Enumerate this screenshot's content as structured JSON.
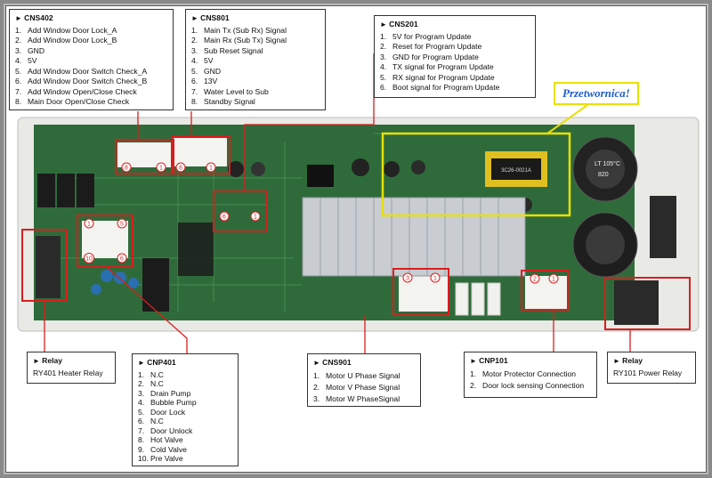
{
  "boxes": {
    "cns402": {
      "title": "CNS402",
      "items": [
        "Add Window Door Lock_A",
        "Add Window Door Lock_B",
        "GND",
        "5V",
        "Add Window Door Switch Check_A",
        "Add Window Door Switch Check_B",
        "Add Window Open/Close Check",
        "Main Door Open/Close Check"
      ]
    },
    "cns801": {
      "title": "CNS801",
      "items": [
        "Main Tx (Sub Rx) Signal",
        "Main Rx (Sub Tx) Signal",
        "Sub Reset Signal",
        "5V",
        "GND",
        "13V",
        "Water Level to Sub",
        "Standby Signal"
      ]
    },
    "cns201": {
      "title": "CNS201",
      "items": [
        "5V for Program Update",
        "Reset for Program Update",
        "GND for Program Update",
        "TX signal for Program Update",
        "RX signal for Program Update",
        "Boot signal for Program Update"
      ]
    },
    "relay1": {
      "title": "Relay",
      "items": [
        "RY401 Heater Relay"
      ]
    },
    "cnp401": {
      "title": "CNP401",
      "items": [
        "N.C",
        "N.C",
        "Drain Pump",
        "Bubble Pump",
        "Door Lock",
        "N.C",
        "Door Unlock",
        "Hot Valve",
        "Cold Valve",
        "Pre Valve"
      ]
    },
    "cns901": {
      "title": "CNS901",
      "items": [
        "Motor U Phase Signal",
        "Motor V Phase Signal",
        "Motor W PhaseSignal"
      ]
    },
    "cnp101": {
      "title": "CNP101",
      "items": [
        "Motor Protector Connection",
        "Door lock sensing Connection"
      ]
    },
    "relay2": {
      "title": "Relay",
      "items": [
        "RY101 Power Relay"
      ]
    }
  },
  "callout": "Przetwornica!",
  "pin_labels": {
    "cns402_left": "8",
    "cns402_right": "1",
    "cns801_left": "8",
    "cns801_right": "1",
    "cns201_left": "6",
    "cns201_right": "1",
    "cnp401_tl": "1",
    "cnp401_tr": "5",
    "cnp401_bl": "10",
    "cnp401_br": "6",
    "cns901_left": "3",
    "cns901_right": "1",
    "cnp101_left": "2",
    "cnp101_right": "1"
  },
  "board_text": {
    "cap1": "LT 105°C",
    "cap2": "820",
    "chip": "3C26-0021A"
  },
  "colors": {
    "highlight_red": "#d81e1e",
    "callout_yellow": "#e8e000",
    "callout_blue": "#1f5fd0",
    "pcb_green": "#2f6b3a"
  }
}
